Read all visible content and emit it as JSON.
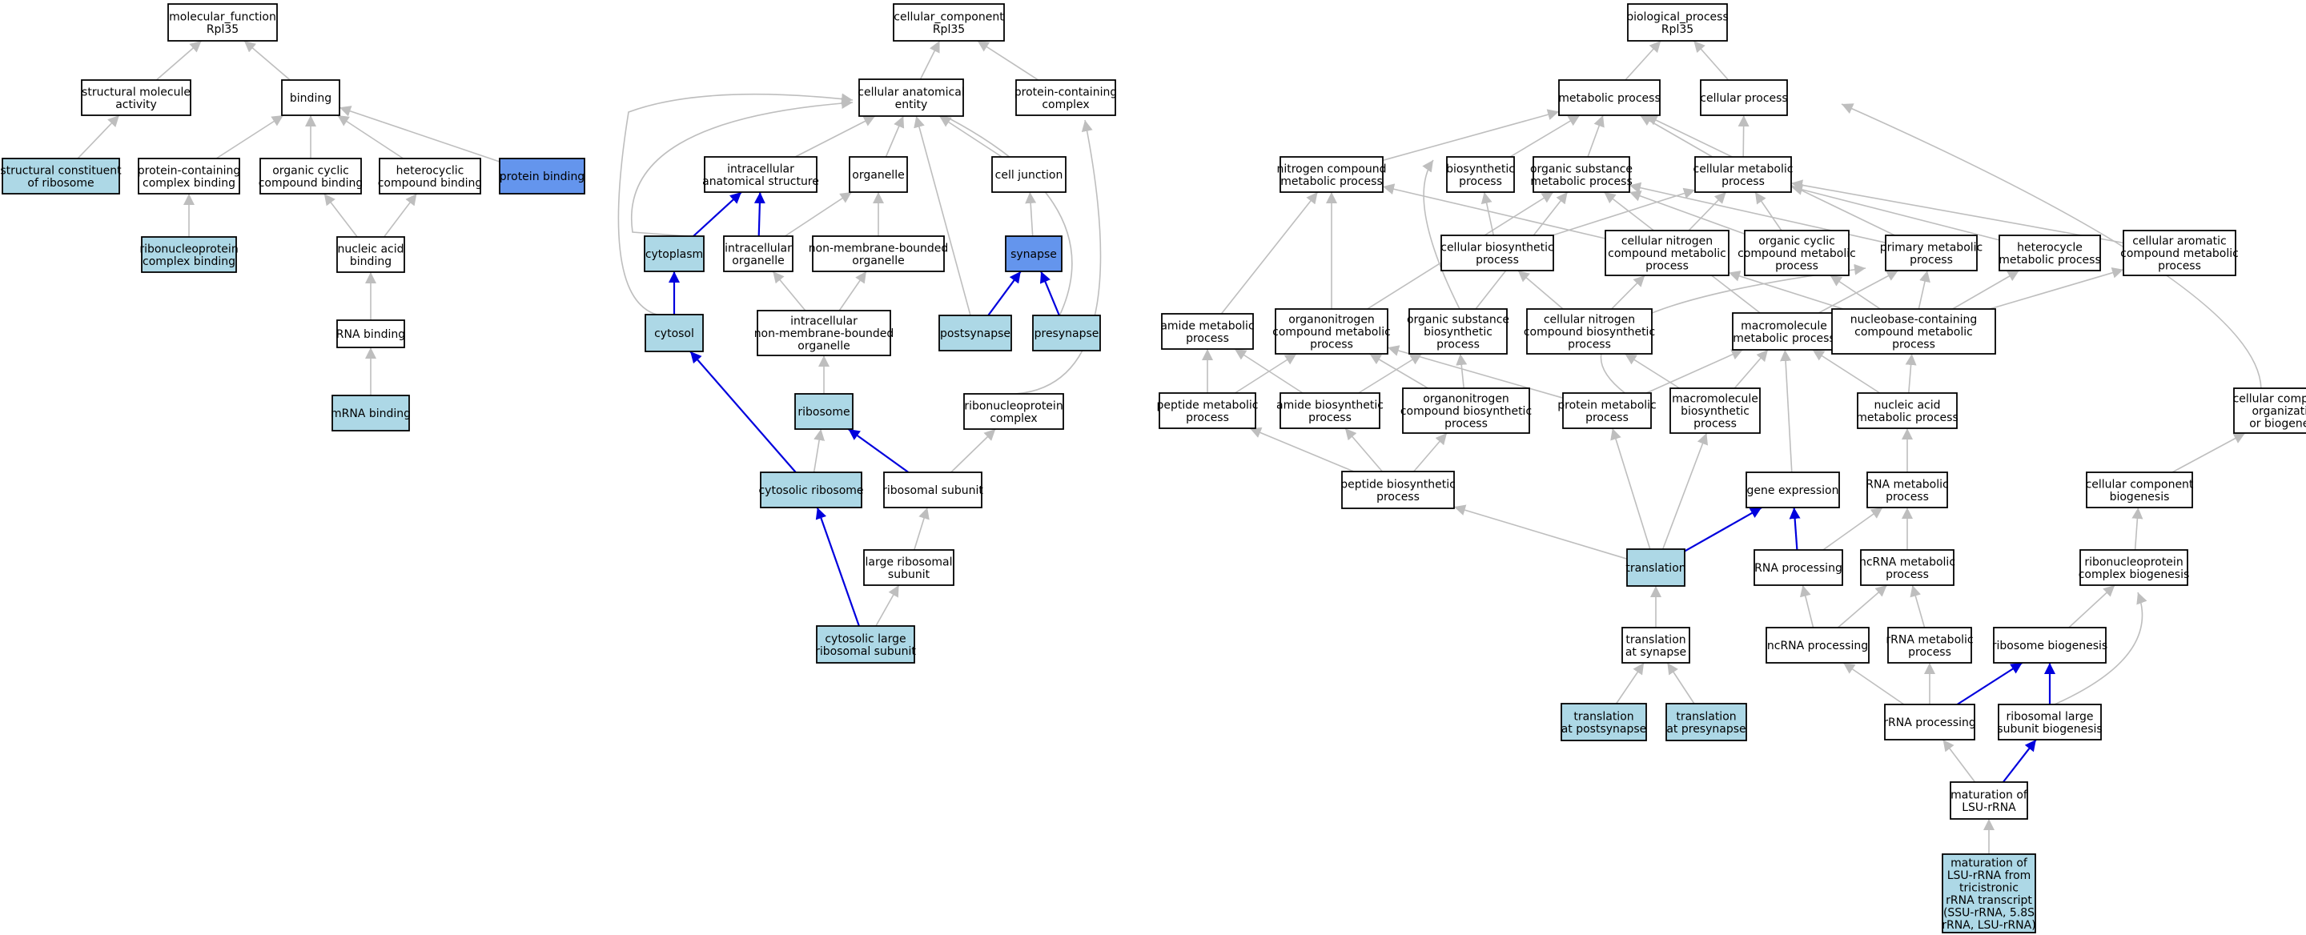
{
  "colors": {
    "background": "#ffffff",
    "node_fill": "#ffffff",
    "query_fill": "#add8e6",
    "binding_fill": "#6495ed",
    "edge_gray": "#bebebe",
    "edge_blue": "#0000dd",
    "border": "#000000"
  },
  "nodes": [
    {
      "id": "mf",
      "lines": [
        "molecular_function",
        "Rpl35"
      ],
      "style": "plain"
    },
    {
      "id": "smact",
      "lines": [
        "structural molecule",
        "activity"
      ],
      "style": "plain"
    },
    {
      "id": "binding",
      "lines": [
        "binding"
      ],
      "style": "plain"
    },
    {
      "id": "scr",
      "lines": [
        "structural constituent",
        "of ribosome"
      ],
      "style": "query"
    },
    {
      "id": "pccb",
      "lines": [
        "protein-containing",
        "complex binding"
      ],
      "style": "plain"
    },
    {
      "id": "occb",
      "lines": [
        "organic cyclic",
        "compound binding"
      ],
      "style": "plain"
    },
    {
      "id": "hccb",
      "lines": [
        "heterocyclic",
        "compound binding"
      ],
      "style": "plain"
    },
    {
      "id": "pb",
      "lines": [
        "protein binding"
      ],
      "style": "binding"
    },
    {
      "id": "rnpcb",
      "lines": [
        "ribonucleoprotein",
        "complex binding"
      ],
      "style": "query"
    },
    {
      "id": "nab",
      "lines": [
        "nucleic acid",
        "binding"
      ],
      "style": "plain"
    },
    {
      "id": "rnab",
      "lines": [
        "RNA binding"
      ],
      "style": "plain"
    },
    {
      "id": "mrnab",
      "lines": [
        "mRNA binding"
      ],
      "style": "query"
    },
    {
      "id": "cc",
      "lines": [
        "cellular_component",
        "Rpl35"
      ],
      "style": "plain"
    },
    {
      "id": "cae",
      "lines": [
        "cellular anatomical",
        "entity"
      ],
      "style": "plain"
    },
    {
      "id": "pcc",
      "lines": [
        "protein-containing",
        "complex"
      ],
      "style": "plain"
    },
    {
      "id": "ias",
      "lines": [
        "intracellular",
        "anatomical structure"
      ],
      "style": "plain"
    },
    {
      "id": "organelle",
      "lines": [
        "organelle"
      ],
      "style": "plain"
    },
    {
      "id": "cj",
      "lines": [
        "cell junction"
      ],
      "style": "plain"
    },
    {
      "id": "cytoplasm",
      "lines": [
        "cytoplasm"
      ],
      "style": "query"
    },
    {
      "id": "io",
      "lines": [
        "intracellular",
        "organelle"
      ],
      "style": "plain"
    },
    {
      "id": "nmbo",
      "lines": [
        "non-membrane-bounded",
        "organelle"
      ],
      "style": "plain"
    },
    {
      "id": "synapse",
      "lines": [
        "synapse"
      ],
      "style": "binding"
    },
    {
      "id": "cytosol",
      "lines": [
        "cytosol"
      ],
      "style": "query"
    },
    {
      "id": "inmbo",
      "lines": [
        "intracellular",
        "non-membrane-bounded",
        "organelle"
      ],
      "style": "plain"
    },
    {
      "id": "postsyn",
      "lines": [
        "postsynapse"
      ],
      "style": "query"
    },
    {
      "id": "presyn",
      "lines": [
        "presynapse"
      ],
      "style": "query"
    },
    {
      "id": "ribosome",
      "lines": [
        "ribosome"
      ],
      "style": "query"
    },
    {
      "id": "rnpc",
      "lines": [
        "ribonucleoprotein",
        "complex"
      ],
      "style": "plain"
    },
    {
      "id": "cytorib",
      "lines": [
        "cytosolic ribosome"
      ],
      "style": "query"
    },
    {
      "id": "ribsub",
      "lines": [
        "ribosomal subunit"
      ],
      "style": "plain"
    },
    {
      "id": "lrs",
      "lines": [
        "large ribosomal",
        "subunit"
      ],
      "style": "plain"
    },
    {
      "id": "clrs",
      "lines": [
        "cytosolic large",
        "ribosomal subunit"
      ],
      "style": "query"
    },
    {
      "id": "bp",
      "lines": [
        "biological_process",
        "Rpl35"
      ],
      "style": "plain"
    },
    {
      "id": "metab",
      "lines": [
        "metabolic process"
      ],
      "style": "plain"
    },
    {
      "id": "cellproc",
      "lines": [
        "cellular process"
      ],
      "style": "plain"
    },
    {
      "id": "ncmp",
      "lines": [
        "nitrogen compound",
        "metabolic process"
      ],
      "style": "plain"
    },
    {
      "id": "biosyn",
      "lines": [
        "biosynthetic",
        "process"
      ],
      "style": "plain"
    },
    {
      "id": "osmp",
      "lines": [
        "organic substance",
        "metabolic process"
      ],
      "style": "plain"
    },
    {
      "id": "cmp",
      "lines": [
        "cellular metabolic",
        "process"
      ],
      "style": "plain"
    },
    {
      "id": "cbp",
      "lines": [
        "cellular biosynthetic",
        "process"
      ],
      "style": "plain"
    },
    {
      "id": "cncmp",
      "lines": [
        "cellular nitrogen",
        "compound metabolic",
        "process"
      ],
      "style": "plain"
    },
    {
      "id": "occmp",
      "lines": [
        "organic cyclic",
        "compound metabolic",
        "process"
      ],
      "style": "plain"
    },
    {
      "id": "pmp",
      "lines": [
        "primary metabolic",
        "process"
      ],
      "style": "plain"
    },
    {
      "id": "hmp",
      "lines": [
        "heterocycle",
        "metabolic process"
      ],
      "style": "plain"
    },
    {
      "id": "cacmp",
      "lines": [
        "cellular aromatic",
        "compound metabolic",
        "process"
      ],
      "style": "plain"
    },
    {
      "id": "amp",
      "lines": [
        "amide metabolic",
        "process"
      ],
      "style": "plain"
    },
    {
      "id": "oncmp",
      "lines": [
        "organonitrogen",
        "compound metabolic",
        "process"
      ],
      "style": "plain"
    },
    {
      "id": "osbp",
      "lines": [
        "organic substance",
        "biosynthetic",
        "process"
      ],
      "style": "plain"
    },
    {
      "id": "cncbp",
      "lines": [
        "cellular nitrogen",
        "compound biosynthetic",
        "process"
      ],
      "style": "plain"
    },
    {
      "id": "mmp",
      "lines": [
        "macromolecule",
        "metabolic process"
      ],
      "style": "plain"
    },
    {
      "id": "nbccmp",
      "lines": [
        "nucleobase-containing",
        "compound metabolic",
        "process"
      ],
      "style": "plain"
    },
    {
      "id": "pepmp",
      "lines": [
        "peptide metabolic",
        "process"
      ],
      "style": "plain"
    },
    {
      "id": "abp",
      "lines": [
        "amide biosynthetic",
        "process"
      ],
      "style": "plain"
    },
    {
      "id": "oncbp",
      "lines": [
        "organonitrogen",
        "compound biosynthetic",
        "process"
      ],
      "style": "plain"
    },
    {
      "id": "protmp",
      "lines": [
        "protein metabolic",
        "process"
      ],
      "style": "plain"
    },
    {
      "id": "mbp",
      "lines": [
        "macromolecule",
        "biosynthetic",
        "process"
      ],
      "style": "plain"
    },
    {
      "id": "namp",
      "lines": [
        "nucleic acid",
        "metabolic process"
      ],
      "style": "plain"
    },
    {
      "id": "ccob",
      "lines": [
        "cellular component",
        "organization",
        "or biogenesis"
      ],
      "style": "plain"
    },
    {
      "id": "pbp",
      "lines": [
        "peptide biosynthetic",
        "process"
      ],
      "style": "plain"
    },
    {
      "id": "ge",
      "lines": [
        "gene expression"
      ],
      "style": "plain"
    },
    {
      "id": "rnamp",
      "lines": [
        "RNA metabolic",
        "process"
      ],
      "style": "plain"
    },
    {
      "id": "ccb",
      "lines": [
        "cellular component",
        "biogenesis"
      ],
      "style": "plain"
    },
    {
      "id": "transl",
      "lines": [
        "translation"
      ],
      "style": "query"
    },
    {
      "id": "rnaproc",
      "lines": [
        "RNA processing"
      ],
      "style": "plain"
    },
    {
      "id": "ncrnamp",
      "lines": [
        "ncRNA metabolic",
        "process"
      ],
      "style": "plain"
    },
    {
      "id": "rnpcbio",
      "lines": [
        "ribonucleoprotein",
        "complex biogenesis"
      ],
      "style": "plain"
    },
    {
      "id": "tas",
      "lines": [
        "translation",
        "at synapse"
      ],
      "style": "plain"
    },
    {
      "id": "ncrnaproc",
      "lines": [
        "ncRNA processing"
      ],
      "style": "plain"
    },
    {
      "id": "rrnamp",
      "lines": [
        "rRNA metabolic",
        "process"
      ],
      "style": "plain"
    },
    {
      "id": "ribobio",
      "lines": [
        "ribosome biogenesis"
      ],
      "style": "plain"
    },
    {
      "id": "tapost",
      "lines": [
        "translation",
        "at postsynapse"
      ],
      "style": "query"
    },
    {
      "id": "tapre",
      "lines": [
        "translation",
        "at presynapse"
      ],
      "style": "query"
    },
    {
      "id": "rrnaproc",
      "lines": [
        "rRNA processing"
      ],
      "style": "plain"
    },
    {
      "id": "rlsb",
      "lines": [
        "ribosomal large",
        "subunit biogenesis"
      ],
      "style": "plain"
    },
    {
      "id": "mlsu",
      "lines": [
        "maturation of",
        "LSU-rRNA"
      ],
      "style": "plain"
    },
    {
      "id": "mlsufull",
      "lines": [
        "maturation of",
        "LSU-rRNA from",
        "tricistronic",
        "rRNA transcript",
        "(SSU-rRNA, 5.8S",
        "rRNA, LSU-rRNA)"
      ],
      "style": "query"
    }
  ],
  "edges": [
    {
      "from": "smact",
      "to": "mf",
      "kind": "gray"
    },
    {
      "from": "binding",
      "to": "mf",
      "kind": "gray"
    },
    {
      "from": "scr",
      "to": "smact",
      "kind": "gray"
    },
    {
      "from": "pccb",
      "to": "binding",
      "kind": "gray"
    },
    {
      "from": "occb",
      "to": "binding",
      "kind": "gray"
    },
    {
      "from": "hccb",
      "to": "binding",
      "kind": "gray"
    },
    {
      "from": "pb",
      "to": "binding",
      "kind": "gray"
    },
    {
      "from": "rnpcb",
      "to": "pccb",
      "kind": "gray"
    },
    {
      "from": "nab",
      "to": "occb",
      "kind": "gray"
    },
    {
      "from": "nab",
      "to": "hccb",
      "kind": "gray"
    },
    {
      "from": "rnab",
      "to": "nab",
      "kind": "gray"
    },
    {
      "from": "mrnab",
      "to": "rnab",
      "kind": "gray"
    },
    {
      "from": "cae",
      "to": "cc",
      "kind": "gray"
    },
    {
      "from": "pcc",
      "to": "cc",
      "kind": "gray"
    },
    {
      "from": "ias",
      "to": "cae",
      "kind": "gray"
    },
    {
      "from": "organelle",
      "to": "cae",
      "kind": "gray"
    },
    {
      "from": "cj",
      "to": "cae",
      "kind": "gray"
    },
    {
      "from": "cytoplasm",
      "to": "cae",
      "kind": "gray",
      "curve": "L 790 290 Q 770 150 1065 128"
    },
    {
      "from": "cytosol",
      "to": "cae",
      "kind": "gray",
      "curve": "Q 740 420 785 140 Q 880 105 1065 125"
    },
    {
      "from": "postsyn",
      "to": "cae",
      "kind": "gray"
    },
    {
      "from": "presyn",
      "to": "cae",
      "kind": "gray",
      "curve": "Q 1390 250 1170 140"
    },
    {
      "from": "cytoplasm",
      "to": "ias",
      "kind": "blue"
    },
    {
      "from": "io",
      "to": "ias",
      "kind": "blue"
    },
    {
      "from": "io",
      "to": "organelle",
      "kind": "gray"
    },
    {
      "from": "nmbo",
      "to": "organelle",
      "kind": "gray"
    },
    {
      "from": "synapse",
      "to": "cj",
      "kind": "gray"
    },
    {
      "from": "cytosol",
      "to": "cytoplasm",
      "kind": "blue"
    },
    {
      "from": "inmbo",
      "to": "io",
      "kind": "gray"
    },
    {
      "from": "inmbo",
      "to": "nmbo",
      "kind": "gray"
    },
    {
      "from": "postsyn",
      "to": "synapse",
      "kind": "blue"
    },
    {
      "from": "presyn",
      "to": "synapse",
      "kind": "blue"
    },
    {
      "from": "ribosome",
      "to": "inmbo",
      "kind": "gray"
    },
    {
      "from": "rnpc",
      "to": "pcc",
      "kind": "gray",
      "curve": "Q 1420 480 1355 150"
    },
    {
      "from": "cytorib",
      "to": "cytosol",
      "kind": "blue"
    },
    {
      "from": "cytorib",
      "to": "ribosome",
      "kind": "gray"
    },
    {
      "from": "ribsub",
      "to": "ribosome",
      "kind": "blue"
    },
    {
      "from": "ribsub",
      "to": "rnpc",
      "kind": "gray"
    },
    {
      "from": "lrs",
      "to": "ribsub",
      "kind": "gray"
    },
    {
      "from": "clrs",
      "to": "cytorib",
      "kind": "blue"
    },
    {
      "from": "clrs",
      "to": "lrs",
      "kind": "gray"
    },
    {
      "from": "metab",
      "to": "bp",
      "kind": "gray"
    },
    {
      "from": "cellproc",
      "to": "bp",
      "kind": "gray"
    },
    {
      "from": "ncmp",
      "to": "metab",
      "kind": "gray"
    },
    {
      "from": "biosyn",
      "to": "metab",
      "kind": "gray"
    },
    {
      "from": "osmp",
      "to": "metab",
      "kind": "gray"
    },
    {
      "from": "cmp",
      "to": "metab",
      "kind": "gray"
    },
    {
      "from": "cmp",
      "to": "cellproc",
      "kind": "gray"
    },
    {
      "from": "pmp",
      "to": "metab",
      "kind": "gray"
    },
    {
      "from": "cbp",
      "to": "biosyn",
      "kind": "gray"
    },
    {
      "from": "cbp",
      "to": "cmp",
      "kind": "gray"
    },
    {
      "from": "cncmp",
      "to": "ncmp",
      "kind": "gray"
    },
    {
      "from": "cncmp",
      "to": "cmp",
      "kind": "gray"
    },
    {
      "from": "occmp",
      "to": "osmp",
      "kind": "gray"
    },
    {
      "from": "occmp",
      "to": "cmp",
      "kind": "gray"
    },
    {
      "from": "pmp",
      "to": "osmp",
      "kind": "gray"
    },
    {
      "from": "hmp",
      "to": "cmp",
      "kind": "gray"
    },
    {
      "from": "cacmp",
      "to": "cmp",
      "kind": "gray"
    },
    {
      "from": "amp",
      "to": "ncmp",
      "kind": "gray"
    },
    {
      "from": "oncmp",
      "to": "ncmp",
      "kind": "gray"
    },
    {
      "from": "oncmp",
      "to": "osmp",
      "kind": "gray"
    },
    {
      "from": "osbp",
      "to": "biosyn",
      "kind": "gray",
      "curve": "Q 1755 250 1790 200"
    },
    {
      "from": "osbp",
      "to": "osmp",
      "kind": "gray"
    },
    {
      "from": "cncbp",
      "to": "cncmp",
      "kind": "gray"
    },
    {
      "from": "cncbp",
      "to": "cbp",
      "kind": "gray"
    },
    {
      "from": "mmp",
      "to": "osmp",
      "kind": "gray"
    },
    {
      "from": "mmp",
      "to": "pmp",
      "kind": "gray"
    },
    {
      "from": "nbccmp",
      "to": "cncmp",
      "kind": "gray"
    },
    {
      "from": "nbccmp",
      "to": "occmp",
      "kind": "gray"
    },
    {
      "from": "nbccmp",
      "to": "hmp",
      "kind": "gray"
    },
    {
      "from": "nbccmp",
      "to": "cacmp",
      "kind": "gray"
    },
    {
      "from": "nbccmp",
      "to": "pmp",
      "kind": "gray"
    },
    {
      "from": "pepmp",
      "to": "amp",
      "kind": "gray"
    },
    {
      "from": "pepmp",
      "to": "oncmp",
      "kind": "gray"
    },
    {
      "from": "abp",
      "to": "amp",
      "kind": "gray"
    },
    {
      "from": "abp",
      "to": "osbp",
      "kind": "gray"
    },
    {
      "from": "oncbp",
      "to": "oncmp",
      "kind": "gray"
    },
    {
      "from": "oncbp",
      "to": "osbp",
      "kind": "gray"
    },
    {
      "from": "protmp",
      "to": "mmp",
      "kind": "gray"
    },
    {
      "from": "protmp",
      "to": "oncmp",
      "kind": "gray"
    },
    {
      "from": "protmp",
      "to": "pmp",
      "kind": "gray",
      "curve": "Q 1900 390 2330 335"
    },
    {
      "from": "mbp",
      "to": "mmp",
      "kind": "gray"
    },
    {
      "from": "mbp",
      "to": "cncbp",
      "kind": "gray"
    },
    {
      "from": "namp",
      "to": "nbccmp",
      "kind": "gray"
    },
    {
      "from": "namp",
      "to": "mmp",
      "kind": "gray"
    },
    {
      "from": "ccob",
      "to": "cellproc",
      "kind": "gray",
      "curve": "Q 2820 360 2300 130"
    },
    {
      "from": "pbp",
      "to": "pepmp",
      "kind": "gray"
    },
    {
      "from": "pbp",
      "to": "abp",
      "kind": "gray"
    },
    {
      "from": "pbp",
      "to": "oncbp",
      "kind": "gray"
    },
    {
      "from": "ge",
      "to": "mmp",
      "kind": "gray"
    },
    {
      "from": "rnamp",
      "to": "namp",
      "kind": "gray"
    },
    {
      "from": "ccb",
      "to": "ccob",
      "kind": "gray"
    },
    {
      "from": "transl",
      "to": "pbp",
      "kind": "gray"
    },
    {
      "from": "transl",
      "to": "protmp",
      "kind": "gray"
    },
    {
      "from": "transl",
      "to": "mbp",
      "kind": "gray"
    },
    {
      "from": "transl",
      "to": "ge",
      "kind": "blue"
    },
    {
      "from": "rnaproc",
      "to": "ge",
      "kind": "blue"
    },
    {
      "from": "rnaproc",
      "to": "rnamp",
      "kind": "gray"
    },
    {
      "from": "ncrnamp",
      "to": "rnamp",
      "kind": "gray"
    },
    {
      "from": "rnpcbio",
      "to": "ccb",
      "kind": "gray"
    },
    {
      "from": "tas",
      "to": "transl",
      "kind": "gray"
    },
    {
      "from": "ncrnaproc",
      "to": "rnaproc",
      "kind": "gray"
    },
    {
      "from": "ncrnaproc",
      "to": "ncrnamp",
      "kind": "gray"
    },
    {
      "from": "rrnamp",
      "to": "ncrnamp",
      "kind": "gray"
    },
    {
      "from": "ribobio",
      "to": "rnpcbio",
      "kind": "gray"
    },
    {
      "from": "tapost",
      "to": "tas",
      "kind": "gray"
    },
    {
      "from": "tapre",
      "to": "tas",
      "kind": "gray"
    },
    {
      "from": "rrnaproc",
      "to": "ncrnaproc",
      "kind": "gray"
    },
    {
      "from": "rrnaproc",
      "to": "rrnamp",
      "kind": "gray"
    },
    {
      "from": "rrnaproc",
      "to": "ribobio",
      "kind": "blue"
    },
    {
      "from": "rlsb",
      "to": "ribobio",
      "kind": "blue"
    },
    {
      "from": "rlsb",
      "to": "rnpcbio",
      "kind": "gray",
      "curve": "Q 2700 820 2670 740"
    },
    {
      "from": "mlsu",
      "to": "rrnaproc",
      "kind": "gray"
    },
    {
      "from": "mlsu",
      "to": "rlsb",
      "kind": "blue"
    },
    {
      "from": "mlsufull",
      "to": "mlsu",
      "kind": "gray"
    }
  ]
}
